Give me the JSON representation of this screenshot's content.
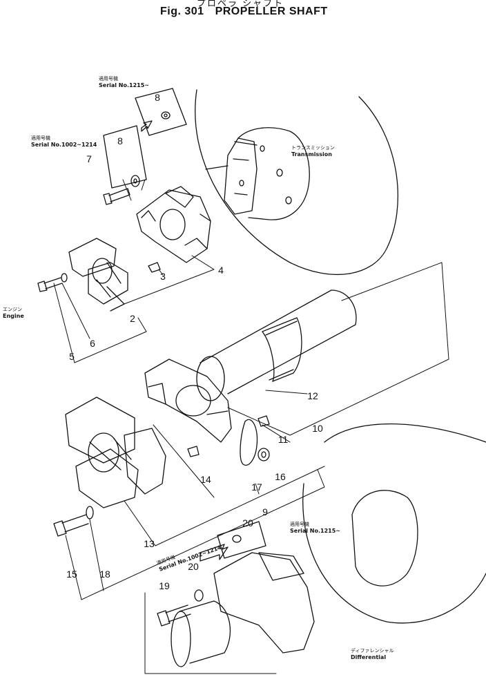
{
  "header": {
    "title_jp": "プロペラ シャフト",
    "fig_label": "Fig. 301",
    "title": "PROPELLER SHAFT"
  },
  "labels": {
    "serial_top": {
      "jp": "適用号機",
      "en": "Serial No.1215~"
    },
    "serial_left": {
      "jp": "適用号機",
      "en": "Serial No.1002~1214"
    },
    "transmission": {
      "jp": "トランスミッション",
      "en": "Transmission"
    },
    "engine": {
      "jp": "エンジン",
      "en": "Engine"
    },
    "serial_right": {
      "jp": "適用号機",
      "en": "Serial No.1215~"
    },
    "serial_bottom": {
      "jp": "適用号機",
      "en": "Serial No.1002~1214"
    },
    "differential": {
      "jp": "ディファレンシャル",
      "en": "Differential"
    }
  },
  "callouts": [
    "8",
    "8",
    "7",
    "3",
    "4",
    "2",
    "6",
    "5",
    "12",
    "10",
    "11",
    "16",
    "14",
    "17",
    "9",
    "13",
    "20",
    "15",
    "18",
    "20",
    "19"
  ]
}
